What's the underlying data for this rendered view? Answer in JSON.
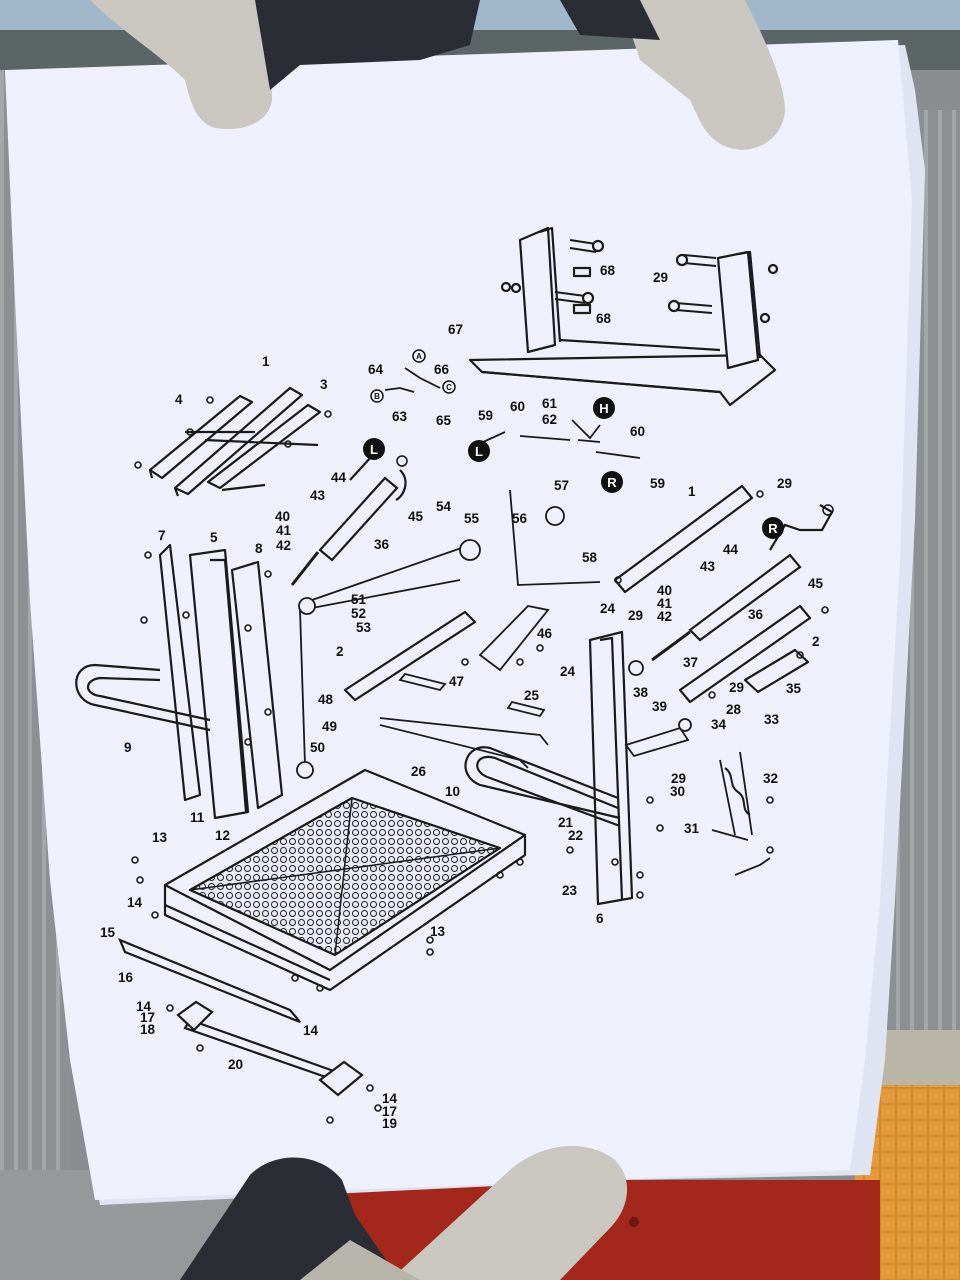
{
  "diagram": {
    "part_numbers": [
      {
        "id": "p1a",
        "label": "1"
      },
      {
        "id": "p1b",
        "label": "1"
      },
      {
        "id": "p2a",
        "label": "2"
      },
      {
        "id": "p2b",
        "label": "2"
      },
      {
        "id": "p3",
        "label": "3"
      },
      {
        "id": "p4",
        "label": "4"
      },
      {
        "id": "p5",
        "label": "5"
      },
      {
        "id": "p6",
        "label": "6"
      },
      {
        "id": "p7",
        "label": "7"
      },
      {
        "id": "p8",
        "label": "8"
      },
      {
        "id": "p9",
        "label": "9"
      },
      {
        "id": "p10",
        "label": "10"
      },
      {
        "id": "p11",
        "label": "11"
      },
      {
        "id": "p12",
        "label": "12"
      },
      {
        "id": "p13a",
        "label": "13"
      },
      {
        "id": "p13b",
        "label": "13"
      },
      {
        "id": "p14a",
        "label": "14"
      },
      {
        "id": "p14b",
        "label": "14"
      },
      {
        "id": "p14c",
        "label": "14"
      },
      {
        "id": "p14d",
        "label": "14"
      },
      {
        "id": "p15",
        "label": "15"
      },
      {
        "id": "p16",
        "label": "16"
      },
      {
        "id": "p17a",
        "label": "17"
      },
      {
        "id": "p17b",
        "label": "17"
      },
      {
        "id": "p18",
        "label": "18"
      },
      {
        "id": "p19",
        "label": "19"
      },
      {
        "id": "p20",
        "label": "20"
      },
      {
        "id": "p21",
        "label": "21"
      },
      {
        "id": "p22",
        "label": "22"
      },
      {
        "id": "p23",
        "label": "23"
      },
      {
        "id": "p24a",
        "label": "24"
      },
      {
        "id": "p24b",
        "label": "24"
      },
      {
        "id": "p25",
        "label": "25"
      },
      {
        "id": "p26",
        "label": "26"
      },
      {
        "id": "p28",
        "label": "28"
      },
      {
        "id": "p29a",
        "label": "29"
      },
      {
        "id": "p29b",
        "label": "29"
      },
      {
        "id": "p29c",
        "label": "29"
      },
      {
        "id": "p29d",
        "label": "29"
      },
      {
        "id": "p29e",
        "label": "29"
      },
      {
        "id": "p30",
        "label": "30"
      },
      {
        "id": "p31",
        "label": "31"
      },
      {
        "id": "p32",
        "label": "32"
      },
      {
        "id": "p33",
        "label": "33"
      },
      {
        "id": "p34",
        "label": "34"
      },
      {
        "id": "p35",
        "label": "35"
      },
      {
        "id": "p36a",
        "label": "36"
      },
      {
        "id": "p36b",
        "label": "36"
      },
      {
        "id": "p37",
        "label": "37"
      },
      {
        "id": "p38",
        "label": "38"
      },
      {
        "id": "p39",
        "label": "39"
      },
      {
        "id": "p40a",
        "label": "40"
      },
      {
        "id": "p40b",
        "label": "40"
      },
      {
        "id": "p41a",
        "label": "41"
      },
      {
        "id": "p41b",
        "label": "41"
      },
      {
        "id": "p42a",
        "label": "42"
      },
      {
        "id": "p42b",
        "label": "42"
      },
      {
        "id": "p43a",
        "label": "43"
      },
      {
        "id": "p43b",
        "label": "43"
      },
      {
        "id": "p44a",
        "label": "44"
      },
      {
        "id": "p44b",
        "label": "44"
      },
      {
        "id": "p45a",
        "label": "45"
      },
      {
        "id": "p45b",
        "label": "45"
      },
      {
        "id": "p46",
        "label": "46"
      },
      {
        "id": "p47",
        "label": "47"
      },
      {
        "id": "p48",
        "label": "48"
      },
      {
        "id": "p49",
        "label": "49"
      },
      {
        "id": "p50",
        "label": "50"
      },
      {
        "id": "p51",
        "label": "51"
      },
      {
        "id": "p52",
        "label": "52"
      },
      {
        "id": "p53",
        "label": "53"
      },
      {
        "id": "p54",
        "label": "54"
      },
      {
        "id": "p55",
        "label": "55"
      },
      {
        "id": "p56",
        "label": "56"
      },
      {
        "id": "p57",
        "label": "57"
      },
      {
        "id": "p58",
        "label": "58"
      },
      {
        "id": "p59a",
        "label": "59"
      },
      {
        "id": "p59b",
        "label": "59"
      },
      {
        "id": "p60a",
        "label": "60"
      },
      {
        "id": "p60b",
        "label": "60"
      },
      {
        "id": "p61",
        "label": "61"
      },
      {
        "id": "p62",
        "label": "62"
      },
      {
        "id": "p63",
        "label": "63"
      },
      {
        "id": "p64",
        "label": "64"
      },
      {
        "id": "p65",
        "label": "65"
      },
      {
        "id": "p66",
        "label": "66"
      },
      {
        "id": "p67",
        "label": "67"
      },
      {
        "id": "p68a",
        "label": "68"
      },
      {
        "id": "p68b",
        "label": "68"
      }
    ],
    "port_symbols": [
      {
        "id": "symL1",
        "label": "L"
      },
      {
        "id": "symL2",
        "label": "L"
      },
      {
        "id": "symR1",
        "label": "R"
      },
      {
        "id": "symR2",
        "label": "R"
      },
      {
        "id": "symH",
        "label": "H"
      }
    ],
    "small_symbols": [
      {
        "id": "sA",
        "label": "A"
      },
      {
        "id": "sB",
        "label": "B"
      },
      {
        "id": "sC",
        "label": "C"
      }
    ]
  },
  "colors": {
    "paper": "#eef1fb",
    "ink": "#1a1a1a",
    "glove_dark": "#2b2d35",
    "glove_light": "#c9c7c0",
    "background_orange": "#d68a2e",
    "background_red": "#a3271b",
    "background_grey": "#8a8e90"
  }
}
